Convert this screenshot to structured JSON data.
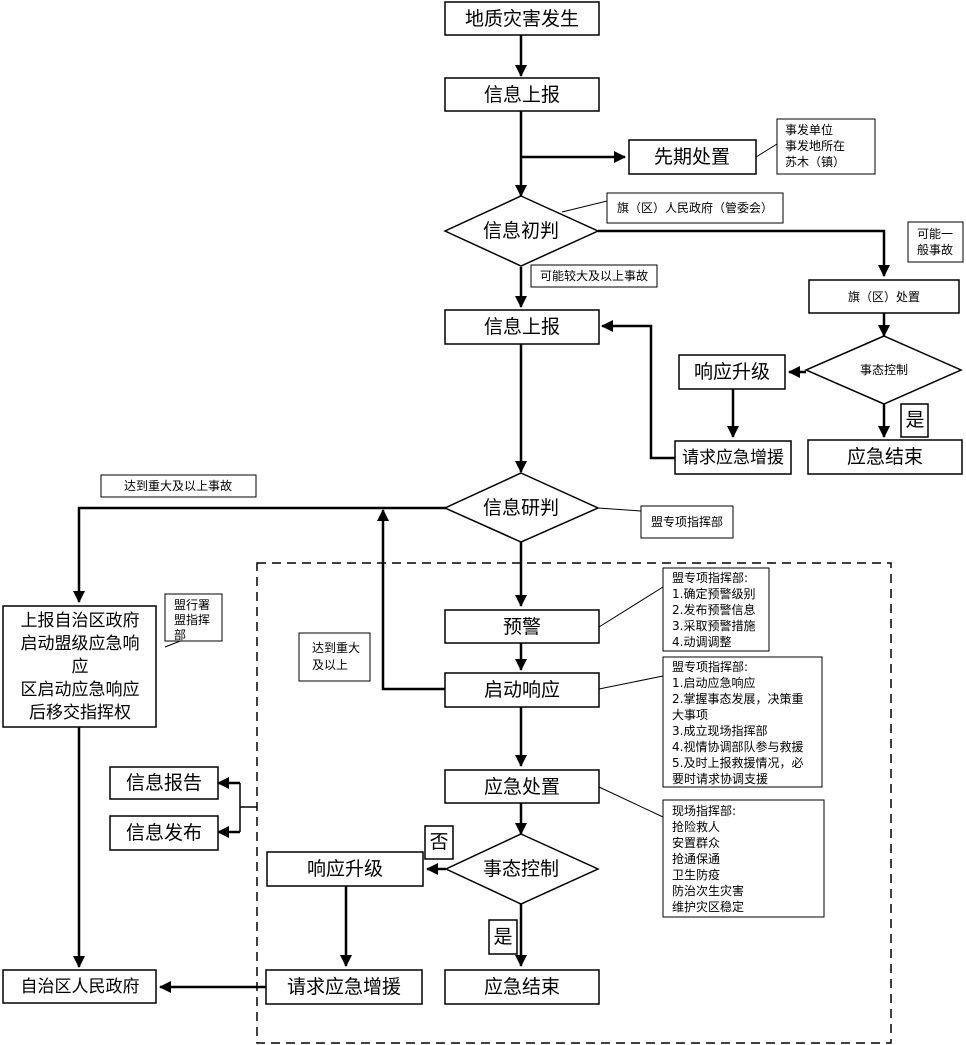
{
  "nodes": {
    "start": "地质灾害发生",
    "report1": "信息上报",
    "early": "先期处置",
    "early_note": [
      "事发单位",
      "事发地所在",
      "苏木（镇）"
    ],
    "judge1": "信息初判",
    "gov_note": "旗（区）人民政府（管委会）",
    "maybe_general": [
      "可能一",
      "般事故"
    ],
    "maybe_major": "可能较大及以上事故",
    "report2": "信息上报",
    "county_handle": "旗（区）处置",
    "control1": "事态控制",
    "upgrade1": "响应升级",
    "yes1": "是",
    "request1": "请求应急增援",
    "end1": "应急结束",
    "major_note": "达到重大及以上事故",
    "judge2": "信息研判",
    "league_cmd": "盟专项指挥部",
    "escalate_box": [
      "上报自治区政府",
      "启动盟级应急响",
      "应",
      "区启动应急响应",
      "后移交指挥权"
    ],
    "league_office": [
      "盟行署",
      "盟指挥",
      "部"
    ],
    "reach_major": [
      "达到重大",
      "及以上"
    ],
    "warning": "预警",
    "warning_note": [
      "盟专项指挥部:",
      "1.确定预警级别",
      "2.发布预警信息",
      "3.采取预警措施",
      "4.动调调整"
    ],
    "launch": "启动响应",
    "launch_note": [
      "盟专项指挥部:",
      "1.启动应急响应",
      "2.掌握事态发展，决策重",
      "大事项",
      "3.成立现场指挥部",
      "4.视情协调部队参与救援",
      "5.及时上报救援情况，必",
      "要时请求协调支援"
    ],
    "info_report": "信息报告",
    "info_release": "信息发布",
    "emergency": "应急处置",
    "field_note": [
      "现场指挥部:",
      "抢险救人",
      "安置群众",
      "抢通保通",
      "卫生防疫",
      "防治次生灾害",
      "维护灾区稳定"
    ],
    "no2": "否",
    "control2": "事态控制",
    "upgrade2": "响应升级",
    "yes2": "是",
    "request2": "请求应急增援",
    "end2": "应急结束",
    "region_gov": "自治区人民政府"
  }
}
